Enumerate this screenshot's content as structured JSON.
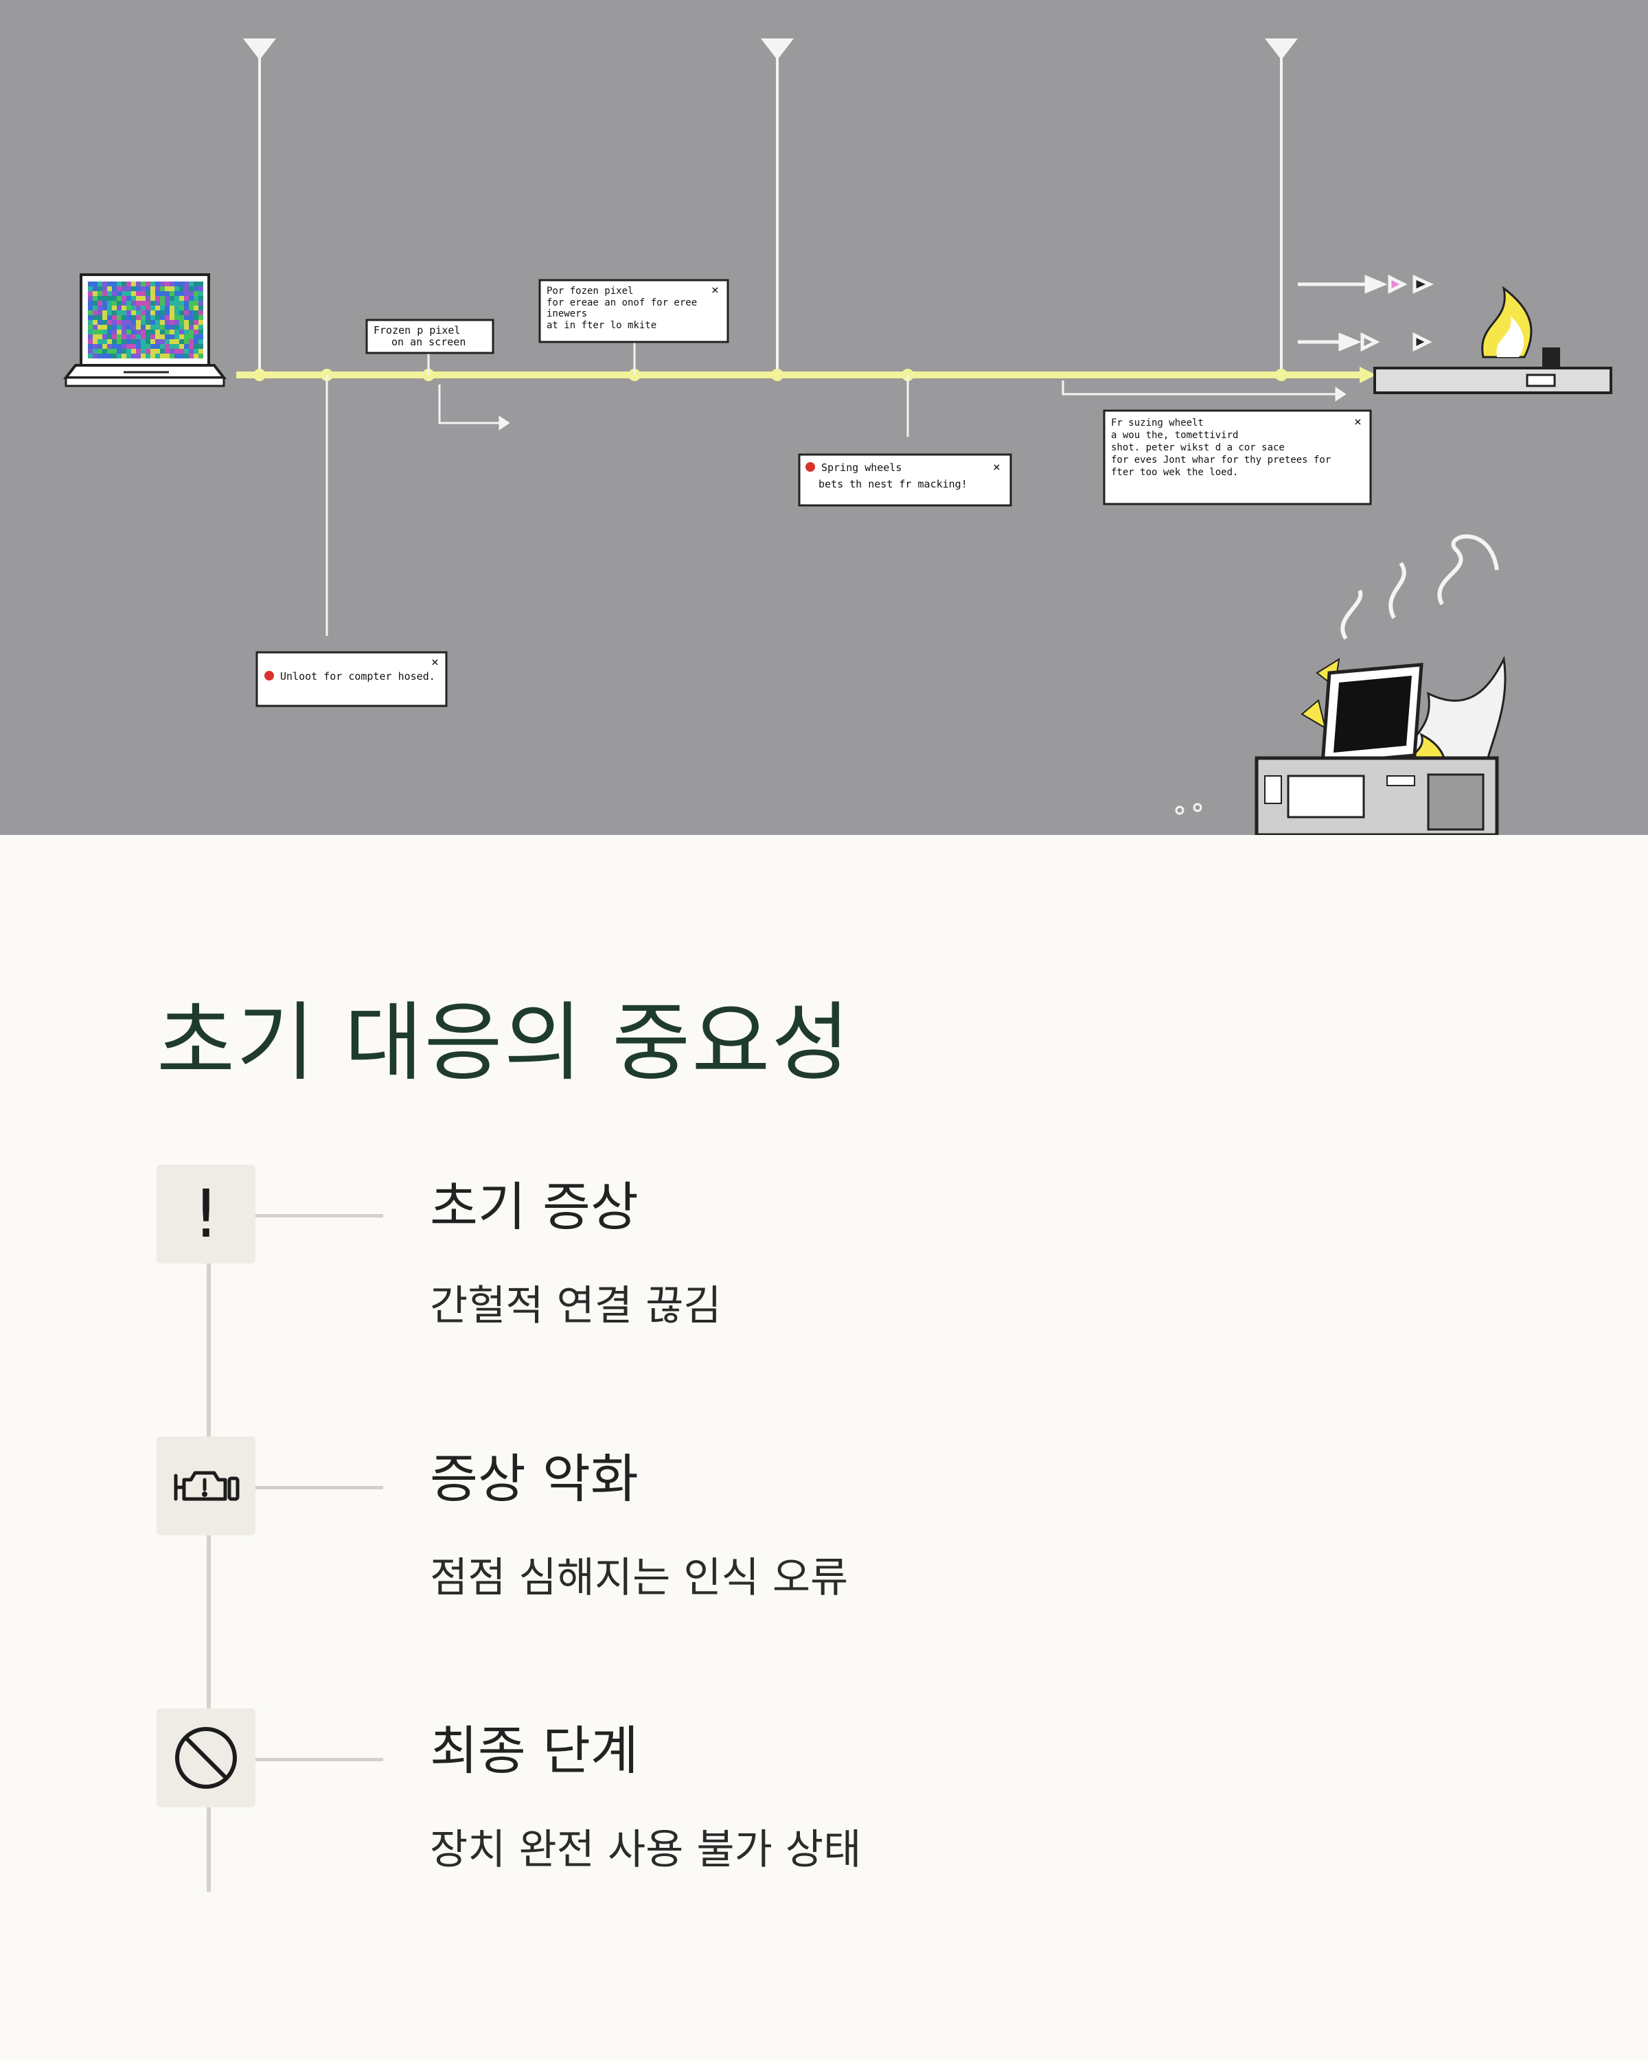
{
  "illustration": {
    "popups": [
      {
        "lines": [
          "Frozen p pixel",
          "on an screen"
        ]
      },
      {
        "lines": [
          "Por fozen pixel",
          "for ereae an onof for eree",
          "inewers",
          "at in fter lo mkite"
        ]
      },
      {
        "lines": [
          "Spring wheels",
          "bets th nest fr macking!"
        ]
      },
      {
        "lines": [
          "Fr suzing wheelt",
          "a wou the, tomettivird",
          "shot. peter wikst d a cor sace",
          "for eves Jont whar for thy pretees for",
          "fter too wek the loed."
        ]
      },
      {
        "lines": [
          "Unloot for compter hosed."
        ]
      }
    ],
    "close_glyph": "×"
  },
  "section": {
    "title": "초기 대응의 중요성"
  },
  "steps": [
    {
      "icon": "exclamation-icon",
      "glyph": "!",
      "title": "초기 증상",
      "description": "간헐적 연결 끊김"
    },
    {
      "icon": "engine-warning-icon",
      "title": "증상 악화",
      "description": "점점 심해지는 인식 오류"
    },
    {
      "icon": "prohibited-icon",
      "title": "최종 단계",
      "description": "장치 완전 사용 불가 상태"
    }
  ],
  "colors": {
    "hero_background": "#9a999b",
    "page_background": "#fbfaf6",
    "title_color": "#1f3b2c",
    "timeline_yellow": "#f2f29a",
    "flame": "#f7e64a"
  }
}
